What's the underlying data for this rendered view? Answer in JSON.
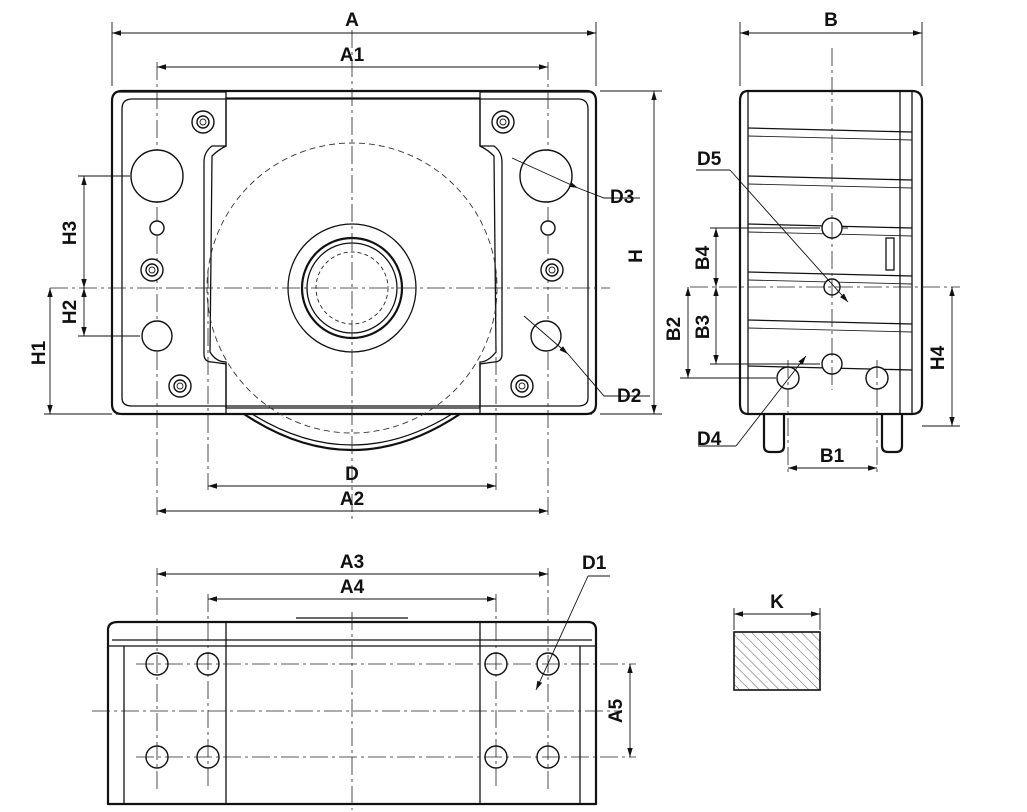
{
  "drawing": {
    "front_view": {
      "labels": {
        "A": "A",
        "A1": "A1",
        "A2": "A2",
        "D": "D",
        "D2": "D2",
        "D3": "D3",
        "H": "H",
        "H1": "H1",
        "H2": "H2",
        "H3": "H3"
      }
    },
    "side_view": {
      "labels": {
        "B": "B",
        "B1": "B1",
        "B2": "B2",
        "B3": "B3",
        "B4": "B4",
        "D4": "D4",
        "D5": "D5",
        "H4": "H4"
      }
    },
    "bottom_view": {
      "labels": {
        "A3": "A3",
        "A4": "A4",
        "A5": "A5",
        "D1": "D1"
      }
    },
    "section": {
      "labels": {
        "K": "K"
      }
    }
  }
}
